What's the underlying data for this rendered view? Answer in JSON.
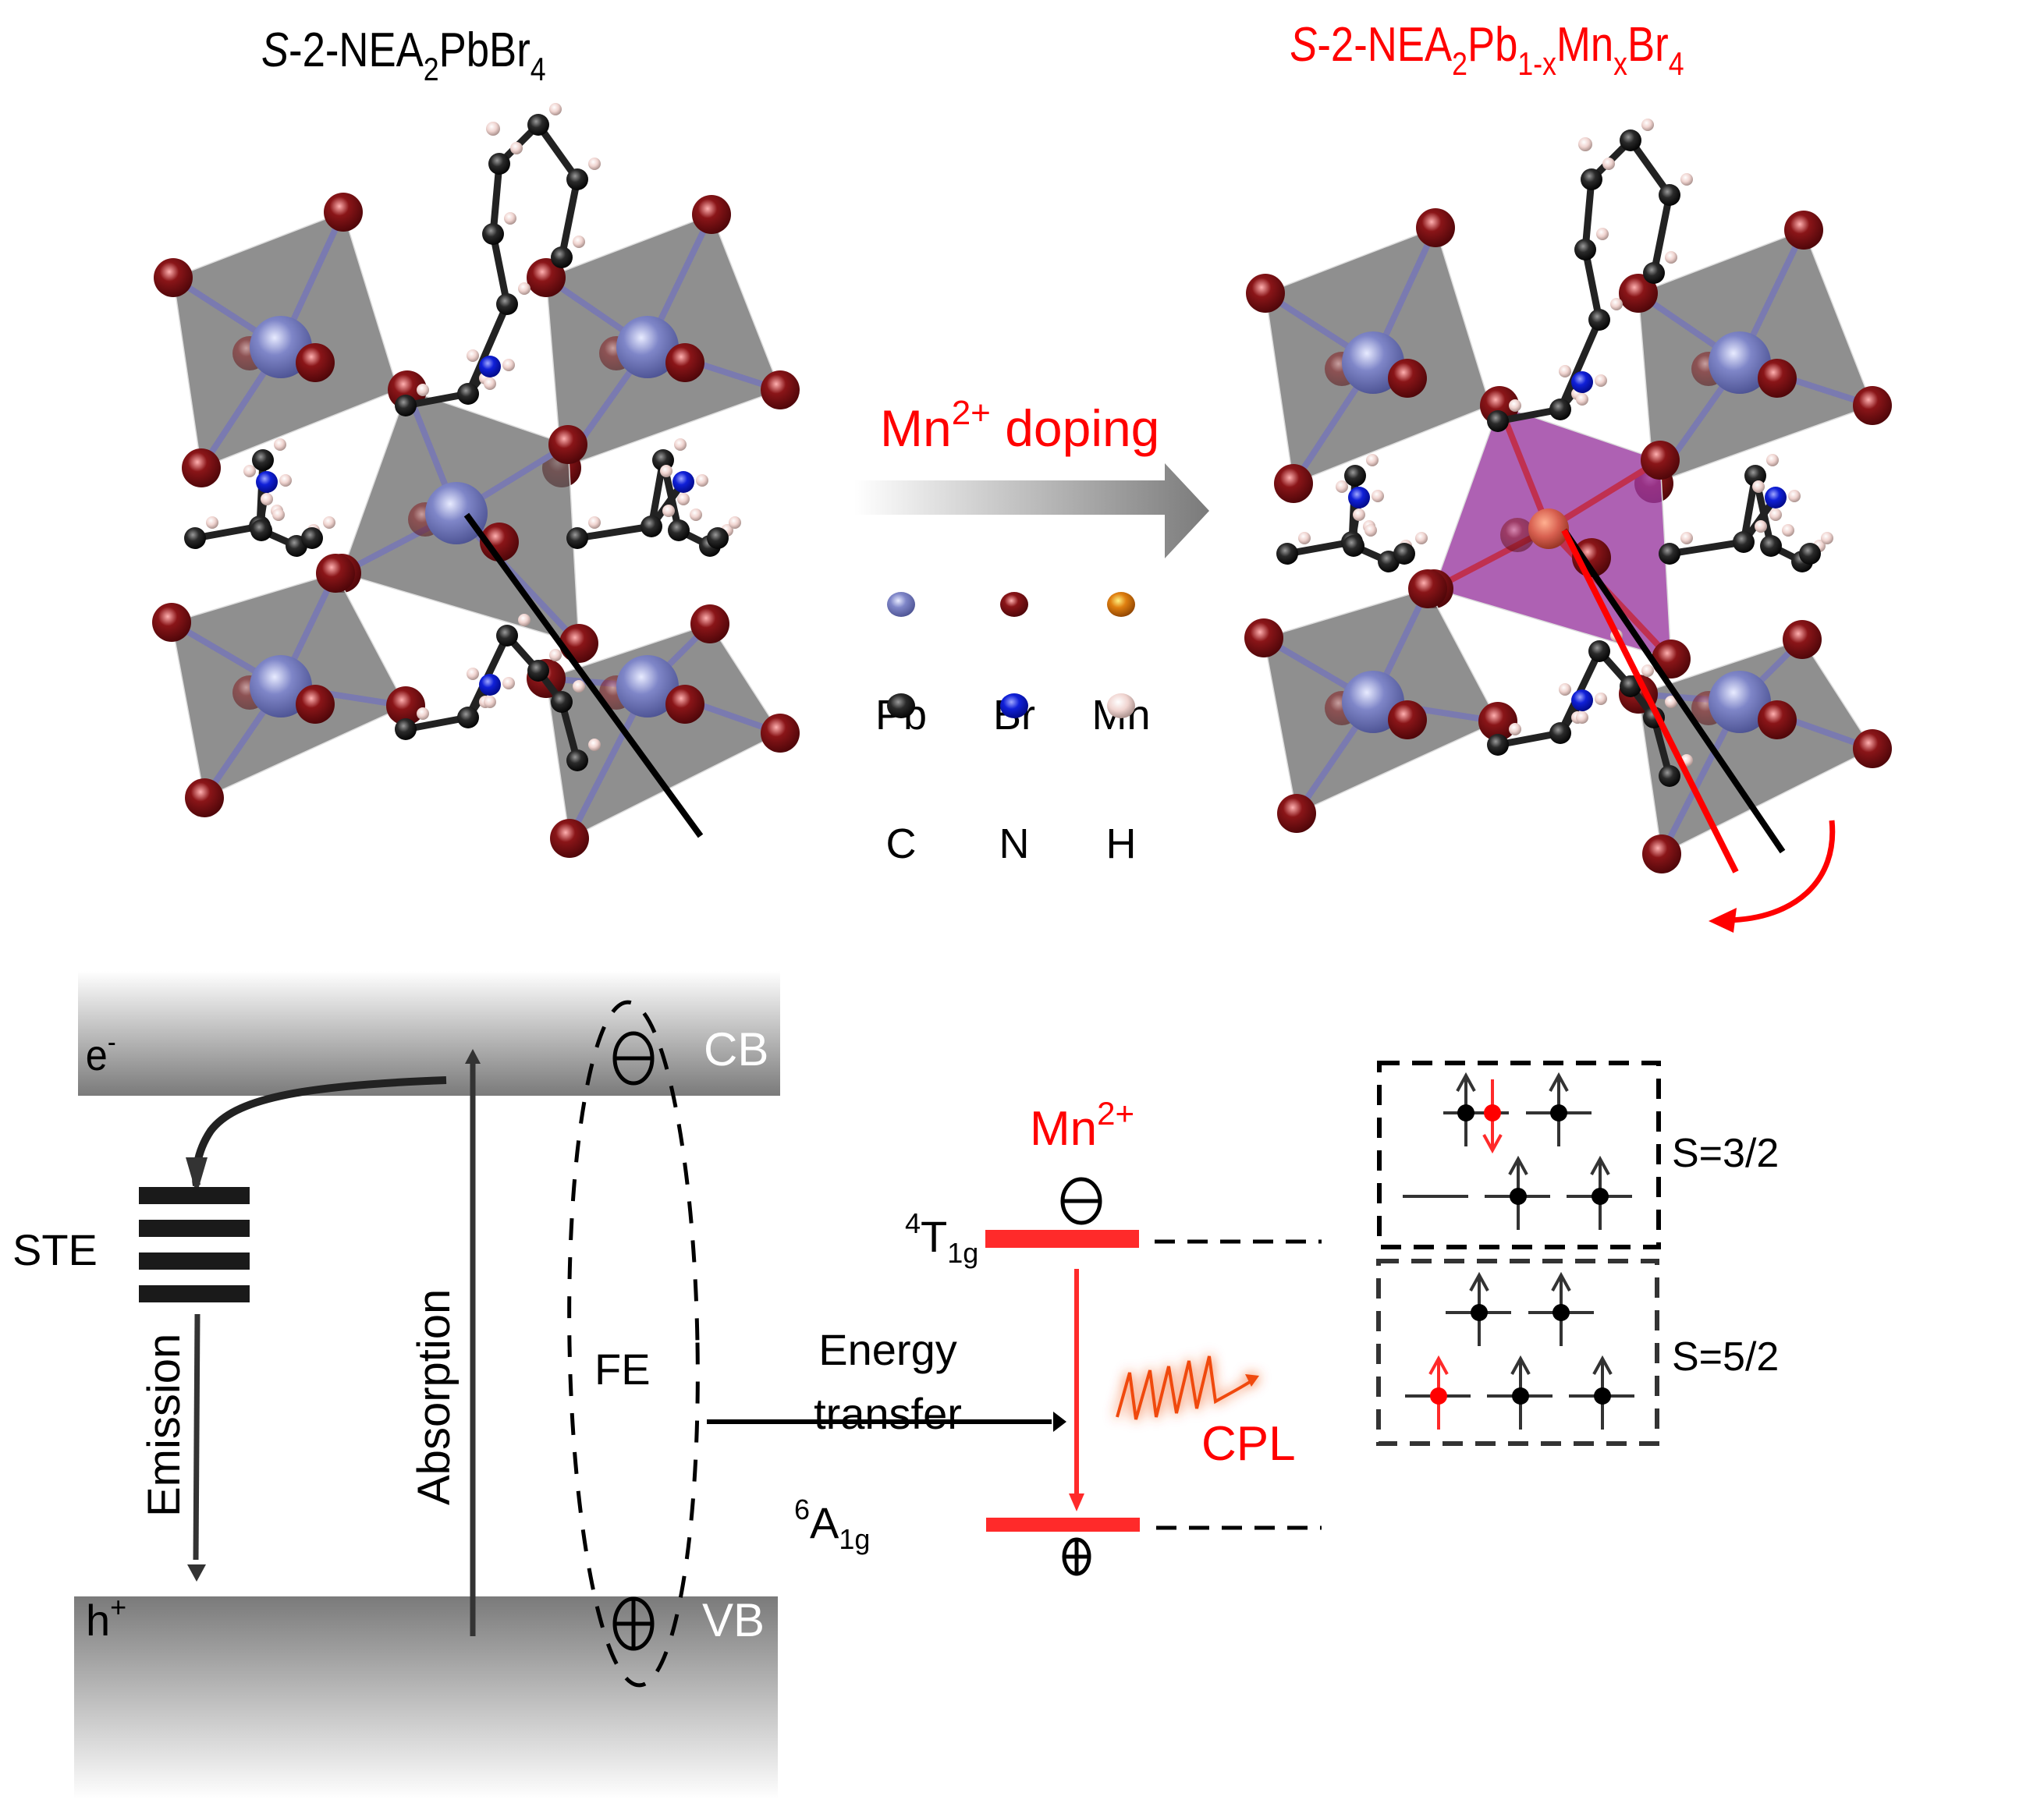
{
  "titles": {
    "left": {
      "prefix": "S",
      "rest": "-2-NEA",
      "sub1": "2",
      "mid": "PbBr",
      "sub2": "4"
    },
    "right": {
      "prefix": "S",
      "rest": "-2-NEA",
      "sub1": "2",
      "pb": "Pb",
      "sub_pb": "1-x",
      "mn": "Mn",
      "sub_mn": "x",
      "br": "Br",
      "sub_br": "4"
    }
  },
  "doping": {
    "label_main": "Mn",
    "label_sup": "2+",
    "label_rest": " doping"
  },
  "legend": [
    {
      "symbol": "Pb",
      "color": "#7f86d8"
    },
    {
      "symbol": "Br",
      "color": "#7a0f12"
    },
    {
      "symbol": "Mn",
      "color": "#e08010"
    },
    {
      "symbol": "C",
      "color": "#111111"
    },
    {
      "symbol": "N",
      "color": "#1020d8"
    },
    {
      "symbol": "H",
      "color": "#e8c8c4"
    }
  ],
  "bands": {
    "cb": "CB",
    "vb": "VB",
    "electron": "e",
    "electron_sup": "-",
    "hole": "h",
    "hole_sup": "+"
  },
  "labels": {
    "ste": "STE",
    "emission": "Emission",
    "absorption": "Absorption",
    "fe": "FE",
    "energy_transfer_1": "Energy",
    "energy_transfer_2": "transfer",
    "mn_label": "Mn",
    "mn_sup": "2+",
    "t1g_pre": "4",
    "t1g_main": "T",
    "t1g_sub": "1g",
    "a1g_pre": "6",
    "a1g_main": "A",
    "a1g_sub": "1g",
    "cpl": "CPL",
    "s_upper": "S=3/2",
    "s_lower": "S=5/2",
    "minus_symbol": "⊖",
    "plus_symbol": "⊕"
  },
  "colors": {
    "accent_red": "#ff0000",
    "level_red": "#ff2a2a",
    "cpl_orange": "#f04a10",
    "dark": "#1a1a1a",
    "band_gray": "#808080"
  }
}
